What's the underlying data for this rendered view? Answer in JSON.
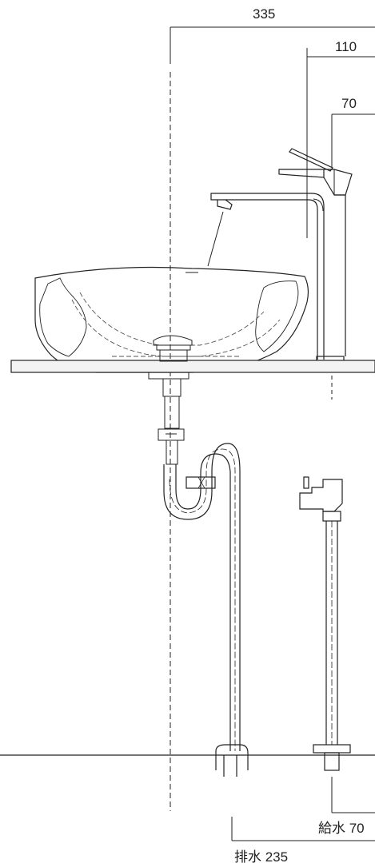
{
  "dimensions": {
    "spout_reach": "335",
    "faucet_body": "110",
    "faucet_center": "70",
    "supply": "給水 70",
    "drain": "排水 235"
  },
  "colors": {
    "line": "#222222",
    "counter_fill": "#f3f3f3",
    "hidden_line": "#555555"
  }
}
